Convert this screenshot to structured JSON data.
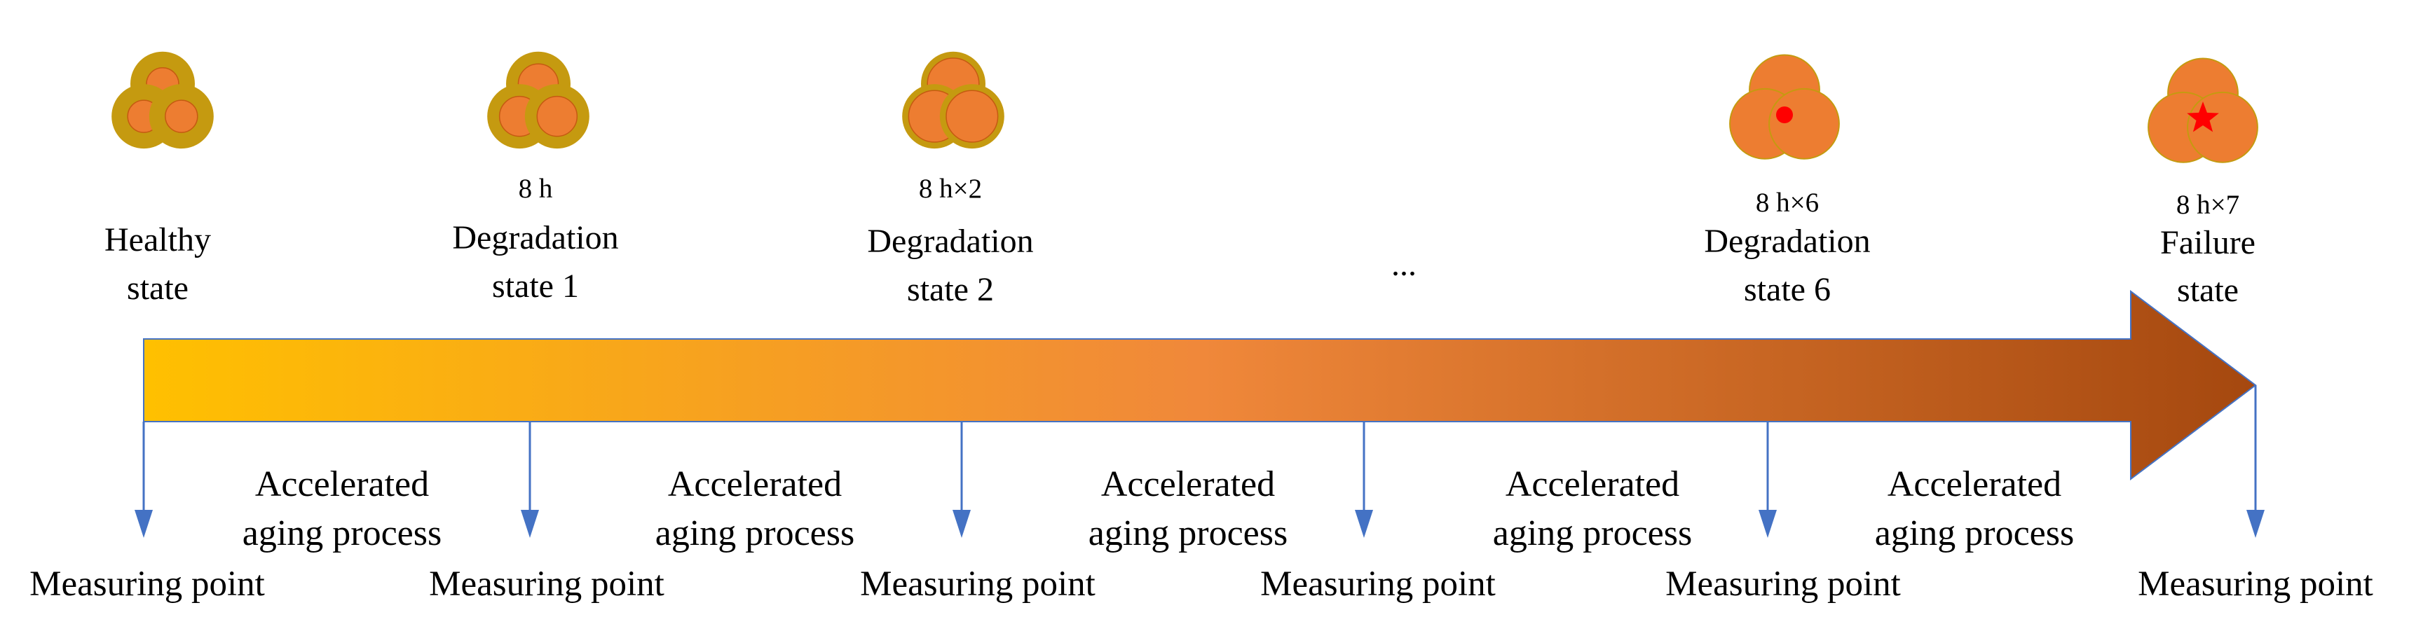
{
  "colors": {
    "arrow_start": "#ffc000",
    "arrow_mid": "#f0883a",
    "arrow_end": "#a5480f",
    "arrow_border": "#4472c4",
    "marker_line": "#4472c4",
    "insulation": "#c59a10",
    "conductor": "#ed7d31",
    "conductor_edge": "#c55a11",
    "fault": "#ff0000"
  },
  "states": [
    {
      "duration": "",
      "label_lines": [
        "Healthy",
        "state"
      ],
      "insulation": "full",
      "fault": "none"
    },
    {
      "duration": "8 h",
      "label_lines": [
        "Degradation",
        "state 1"
      ],
      "insulation": "medium",
      "fault": "none"
    },
    {
      "duration": "8 h×2",
      "label_lines": [
        "Degradation",
        "state 2"
      ],
      "insulation": "thin",
      "fault": "none"
    },
    {
      "duration": "8 h×6",
      "label_lines": [
        "Degradation",
        "state 6"
      ],
      "insulation": "none",
      "fault": "dot"
    },
    {
      "duration": "8 h×7",
      "label_lines": [
        "Failure",
        "state"
      ],
      "insulation": "none",
      "fault": "star"
    }
  ],
  "ellipsis": "...",
  "aging_process": [
    [
      "Accelerated",
      "aging process"
    ],
    [
      "Accelerated",
      "aging process"
    ],
    [
      "Accelerated",
      "aging process"
    ],
    [
      "Accelerated",
      "aging process"
    ],
    [
      "Accelerated",
      "aging process"
    ]
  ],
  "measuring_points": [
    "Measuring point",
    "Measuring point",
    "Measuring point",
    "Measuring point",
    "Measuring point",
    "Measuring point"
  ]
}
